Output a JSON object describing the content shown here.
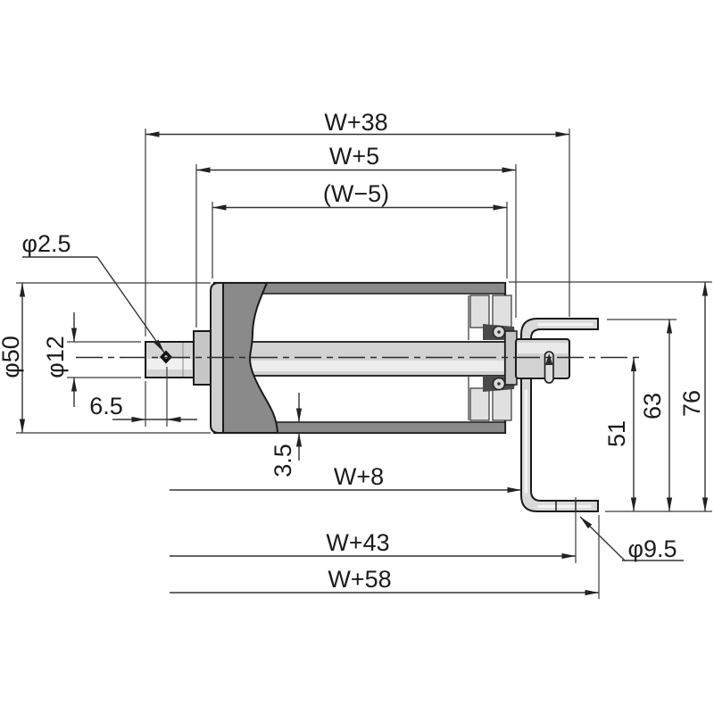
{
  "drawing": {
    "type": "technical-dimension-drawing",
    "subject": "conveyor-roller-with-mounting-bracket",
    "labels": {
      "overall_length": "W+38",
      "frame_inner_width": "W+5",
      "tube_length": "(W−5)",
      "pin_hole_dia": "φ2.5",
      "roller_dia": "φ50",
      "shaft_dia": "φ12",
      "pin_hole_offset": "6.5",
      "wall_thickness": "3.5",
      "frame_width": "W+8",
      "hole_pitch": "W+43",
      "bracket_overall": "W+58",
      "mount_hole_dia": "φ9.5",
      "axis_height": "51",
      "hook_height": "63",
      "overall_height": "76"
    },
    "colors": {
      "outline": "#1a1a1a",
      "dimension_line": "#333333",
      "tube_dark_gray": "#8a8a8a",
      "collar_gray": "#c6c6c6",
      "shaft_gray": "#d4d4d4",
      "bracket_gray": "#d9d9d9",
      "seal_dark": "#4a4a4a",
      "background": "#ffffff"
    }
  }
}
